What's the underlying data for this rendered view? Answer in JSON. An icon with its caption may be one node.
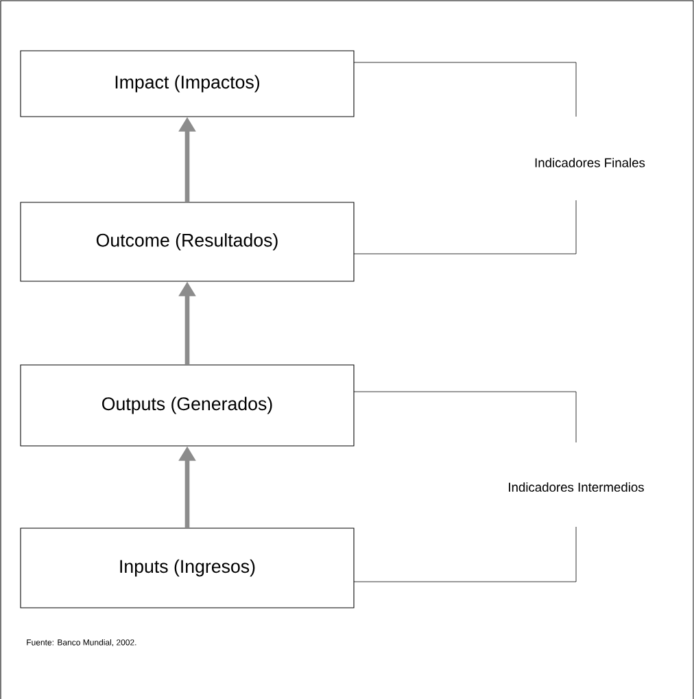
{
  "diagram": {
    "caption": "Fuente:  Banco Mundial, 2002.",
    "nodes": [
      {
        "text": [
          "Impact (Impactos)"
        ]
      },
      {
        "text": [
          "Outcome (Resultados)"
        ]
      },
      {
        "text": [
          "Outputs (Generados)"
        ]
      },
      {
        "text": [
          "Inputs (Ingresos)"
        ]
      }
    ],
    "edges": [
      {
        "from": 1,
        "to": 0,
        "arrow": "to"
      },
      {
        "from": 2,
        "to": 1,
        "arrow": "to"
      },
      {
        "from": 3,
        "to": 2,
        "arrow": "to"
      }
    ],
    "labels": [
      "Indicadores Finales",
      "Indicadores Intermedios"
    ]
  }
}
